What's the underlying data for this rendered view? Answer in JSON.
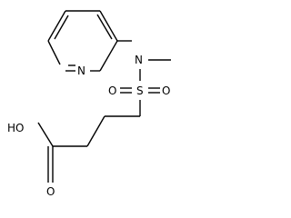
{
  "molecule": {
    "atoms": {
      "ring_n": "N",
      "amine_n": "N",
      "sulfur": "S",
      "sulfonyl_o_left": "O",
      "sulfonyl_o_right": "O",
      "hydroxyl": "HO",
      "carbonyl_o": "O"
    }
  }
}
